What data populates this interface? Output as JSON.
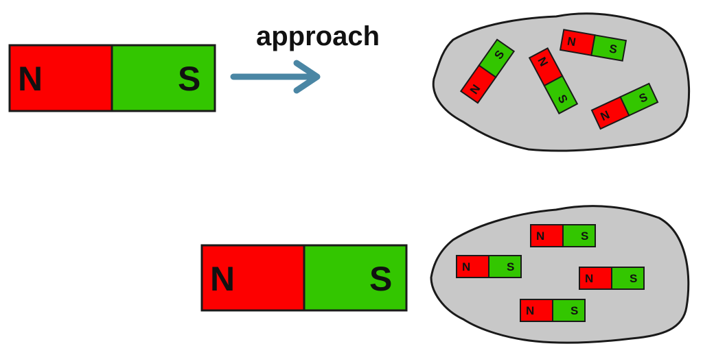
{
  "colors": {
    "north": "#fd0000",
    "south": "#33c600",
    "outline": "#1a1a1a",
    "domain_fill": "#c8c8c8",
    "arrow": "#4a86a4",
    "label": "#111111"
  },
  "labels": {
    "north": "N",
    "south": "S",
    "approach": "approach"
  },
  "panels": [
    {
      "id": "before",
      "state": "unaligned"
    },
    {
      "id": "after",
      "state": "aligned"
    }
  ],
  "icons": {
    "arrow": "right-arrow-icon"
  }
}
